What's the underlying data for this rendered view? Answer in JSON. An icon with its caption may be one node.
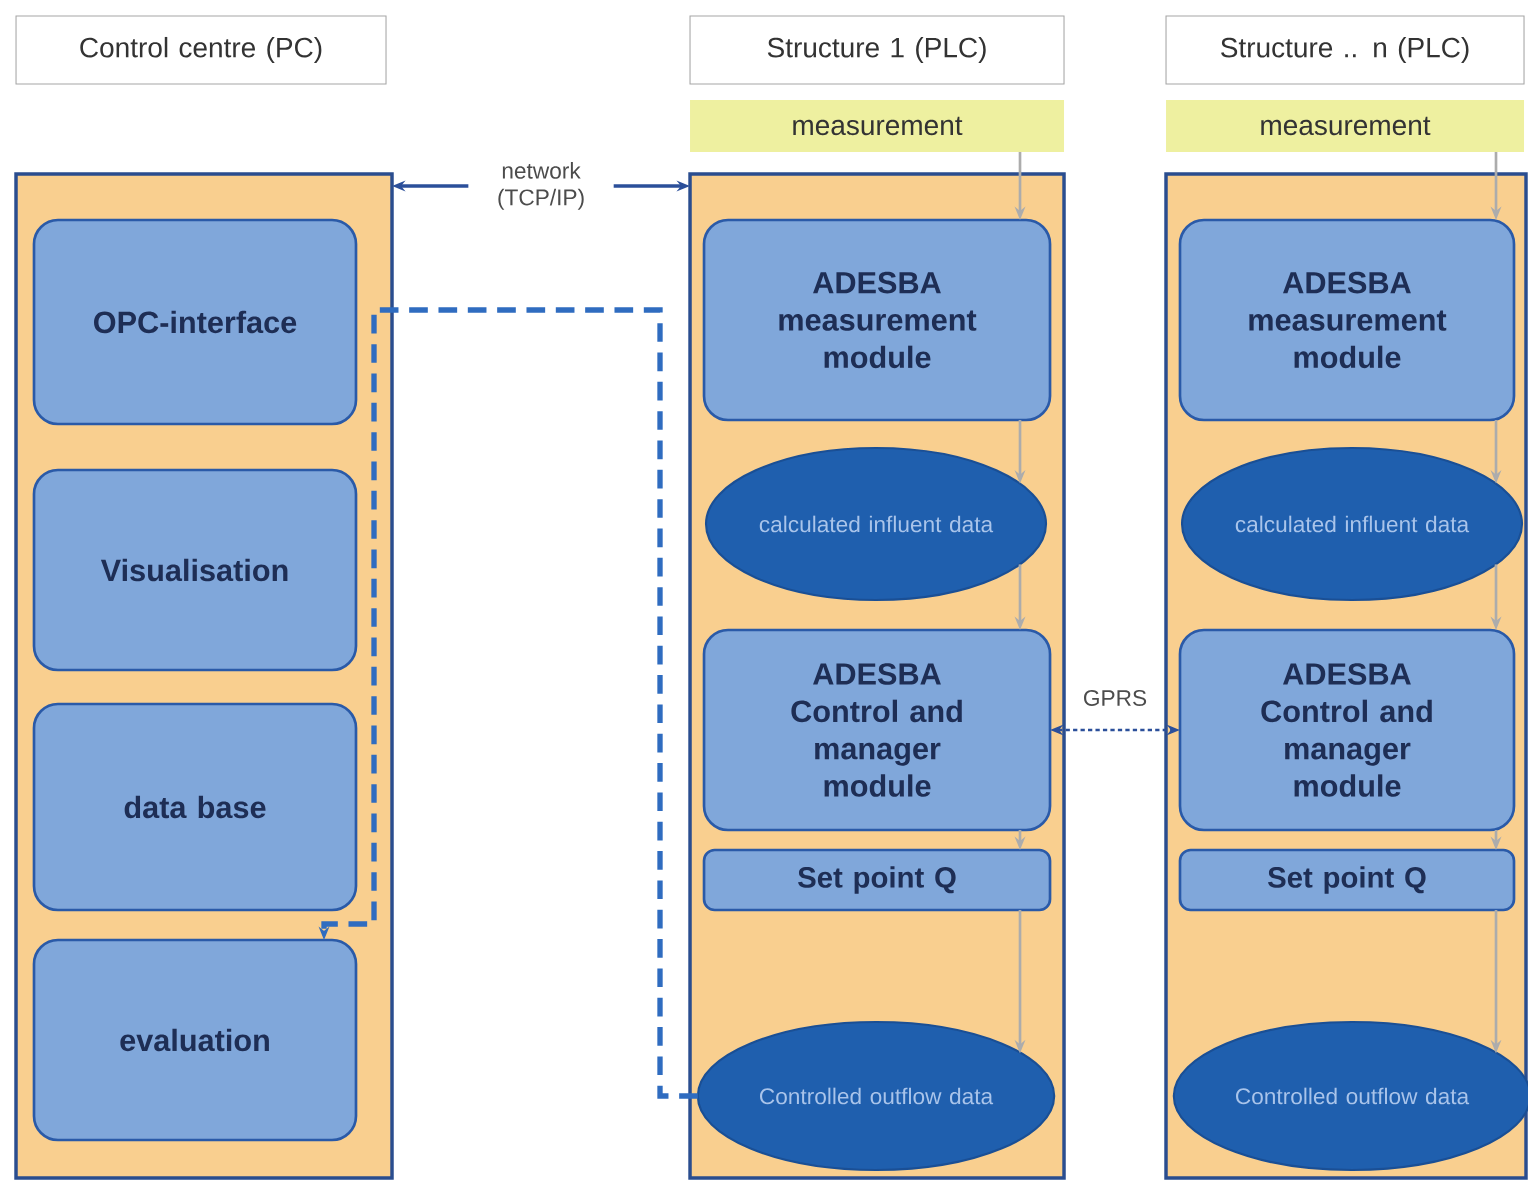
{
  "diagram": {
    "nodes": [
      {
        "text": [
          "Control centre (PC)"
        ]
      },
      {
        "text": [
          "Structure 1 (PLC)"
        ]
      },
      {
        "text": [
          "Structure .. n (PLC)"
        ]
      },
      {
        "text": [
          "measurement"
        ]
      },
      {
        "text": [
          "measurement"
        ]
      },
      {
        "text": [],
        "shape": "box"
      },
      {
        "text": [
          "OPC-interface"
        ],
        "in": 5
      },
      {
        "text": [
          "Visualisation"
        ],
        "in": 5
      },
      {
        "text": [
          "data base"
        ],
        "in": 5
      },
      {
        "text": [
          "evaluation"
        ],
        "in": 5
      },
      {
        "text": [],
        "shape": "box"
      },
      {
        "text": [
          "ADESBA measurement module"
        ],
        "in": 10
      },
      {
        "text": [
          "calculated influent data"
        ],
        "in": 10
      },
      {
        "text": [
          "ADESBA Control and manager module"
        ],
        "in": 10
      },
      {
        "text": [
          "Set point Q"
        ],
        "in": 10
      },
      {
        "text": [
          "Controlled outflow data"
        ],
        "in": 10
      },
      {
        "text": [],
        "shape": "box"
      },
      {
        "text": [
          "ADESBA measurement module"
        ],
        "in": 16
      },
      {
        "text": [
          "calculated influent data"
        ],
        "in": 16
      },
      {
        "text": [
          "ADESBA Control and manager module"
        ],
        "in": 16
      },
      {
        "text": [
          "Set point Q"
        ],
        "in": 16
      },
      {
        "text": [
          "Controlled outflow data"
        ],
        "in": 16
      }
    ],
    "edges": [
      {
        "from": 5,
        "to": 10,
        "arrow": "both",
        "label": "network (TCP/IP)",
        "color": "#2b4f9a"
      },
      {
        "from": 13,
        "to": 19,
        "arrow": "both",
        "label": "GPRS",
        "style": "dashed",
        "color": "#2b4f9a"
      },
      {
        "from": 15,
        "to": 9,
        "arrow": "to",
        "style": "dashed",
        "color": "#2f6cc0"
      },
      {
        "from": 3,
        "to": 11,
        "arrow": "to"
      },
      {
        "from": 11,
        "to": 12,
        "arrow": "to"
      },
      {
        "from": 12,
        "to": 13,
        "arrow": "to"
      },
      {
        "from": 13,
        "to": 14,
        "arrow": "to"
      },
      {
        "from": 14,
        "to": 15,
        "arrow": "to"
      },
      {
        "from": 4,
        "to": 17,
        "arrow": "to"
      },
      {
        "from": 17,
        "to": 18,
        "arrow": "to"
      },
      {
        "from": 18,
        "to": 19,
        "arrow": "to"
      },
      {
        "from": 19,
        "to": 20,
        "arrow": "to"
      },
      {
        "from": 20,
        "to": 21,
        "arrow": "to"
      }
    ]
  }
}
